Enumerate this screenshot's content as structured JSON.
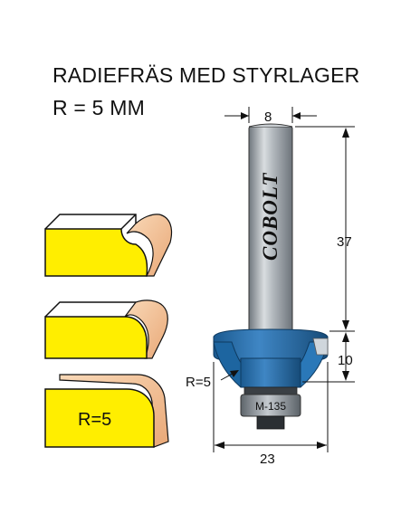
{
  "title": {
    "line1": "RADIEFRÄS MED STYRLAGER",
    "line2": "R = 5 MM"
  },
  "product": {
    "brand": "COBOLT",
    "model": "M-135"
  },
  "dimensions": {
    "shank_diameter": "8",
    "shank_length": "37",
    "cut_height": "10",
    "radius": "R=5",
    "cut_diameter": "23"
  },
  "profile": {
    "radius_label": "R=5"
  },
  "colors": {
    "workpiece": "#ffee00",
    "cutter": "#1f6aa8",
    "shank": "#9aa2a8",
    "wood": "#f4c49a"
  }
}
